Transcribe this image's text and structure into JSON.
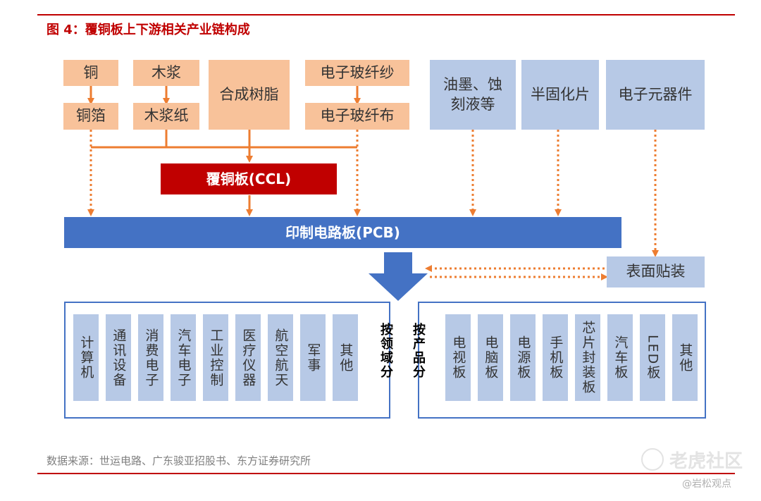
{
  "title": "图 4：覆铜板上下游相关产业链构成",
  "upstream": {
    "copper": "铜",
    "wood_pulp": "木浆",
    "resin": "合成树脂",
    "glass_yarn": "电子玻纤纱",
    "copper_foil": "铜箔",
    "pulp_paper": "木浆纸",
    "glass_cloth": "电子玻纤布",
    "ink": "油墨、蚀刻液等",
    "prepreg": "半固化片",
    "components": "电子元器件"
  },
  "ccl_label": "覆铜板(CCL)",
  "pcb_label": "印制电路板(PCB)",
  "smt_label": "表面贴装",
  "domain_group": {
    "label": "按领域分",
    "items": [
      "计算机",
      "通讯设备",
      "消费电子",
      "汽车电子",
      "工业控制",
      "医疗仪器",
      "航空航天",
      "军事",
      "其他"
    ]
  },
  "product_group": {
    "label": "按产品分",
    "items": [
      "电视板",
      "电脑板",
      "电源板",
      "手机板",
      "芯片封装板",
      "汽车板",
      "LED板",
      "其他"
    ]
  },
  "source": "数据来源：世运电路、广东骏亚招股书、东方证券研究所",
  "watermark": {
    "main": "老虎社区",
    "sub": "@岩松观点"
  },
  "colors": {
    "accent_red": "#c00000",
    "orange_box": "#f8c29a",
    "blue_box": "#b7c9e6",
    "pcb_blue": "#4472c4",
    "arrow_orange": "#ed7d31"
  }
}
